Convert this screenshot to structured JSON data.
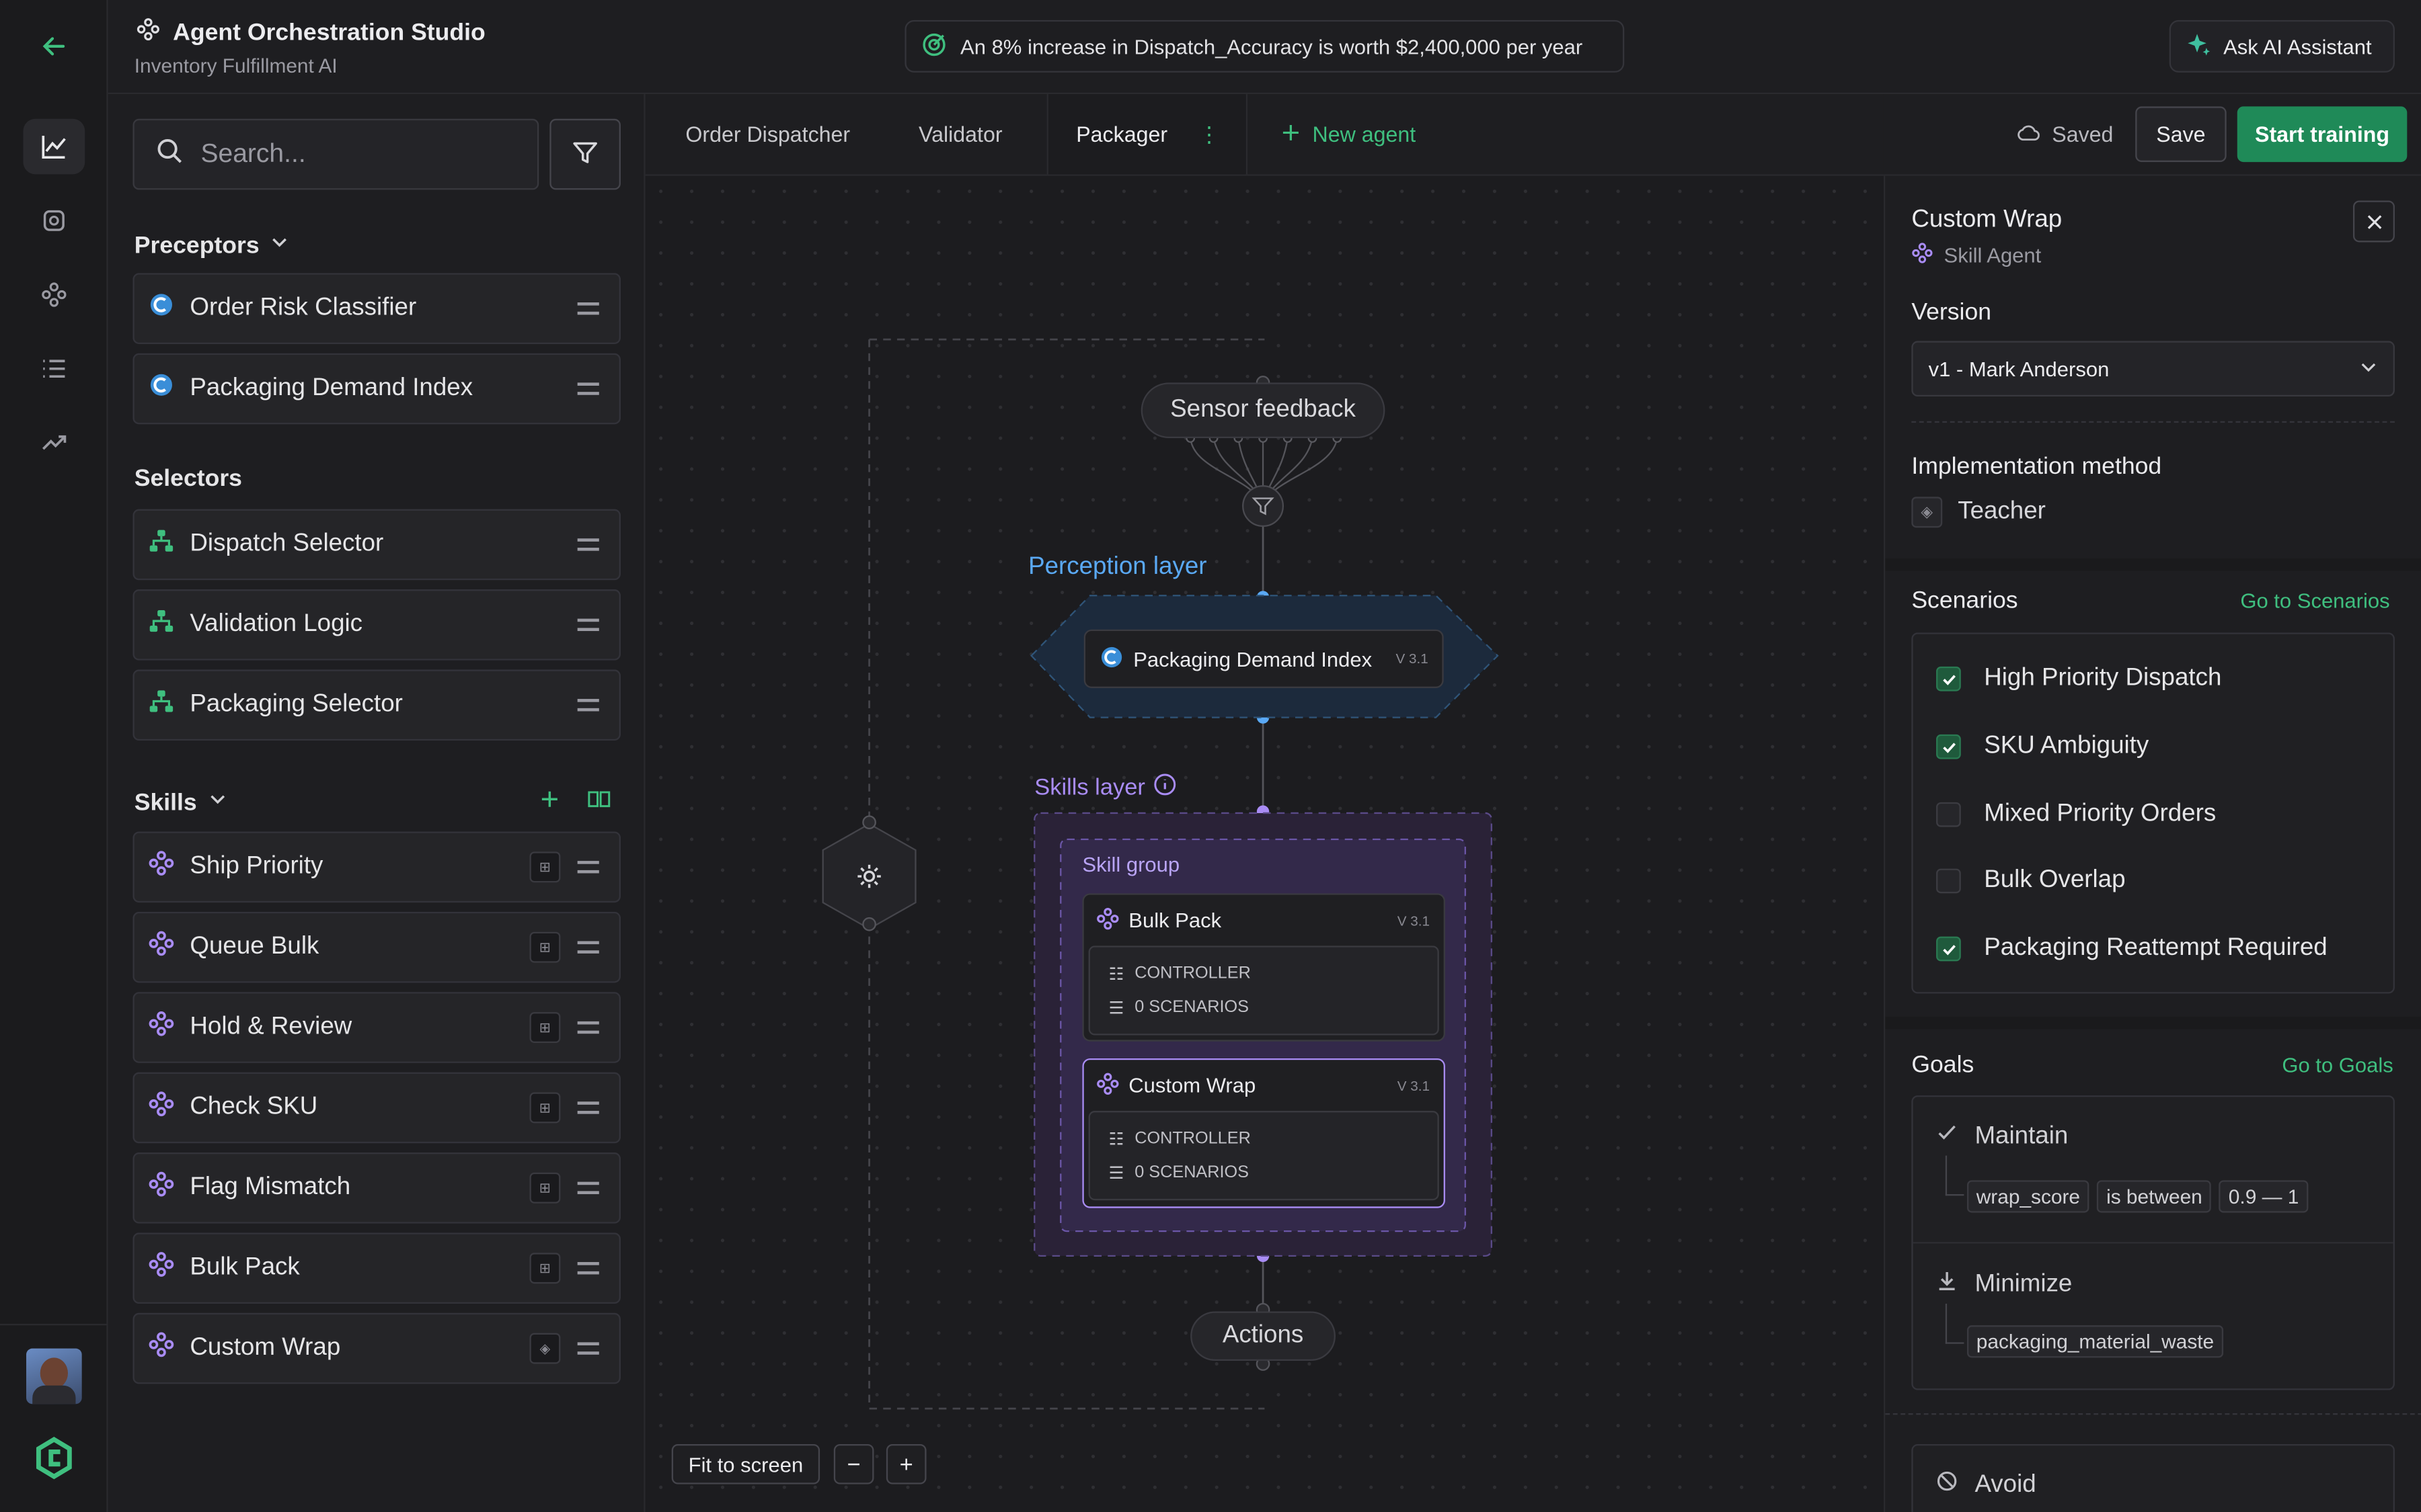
{
  "app": {
    "title": "Agent Orchestration Studio",
    "subtitle": "Inventory Fulfillment AI",
    "banner": "An 8% increase in Dispatch_Accuracy is worth $2,400,000 per year",
    "ask_ai": "Ask AI Assistant"
  },
  "rail": {
    "icons": [
      "back-arrow-icon",
      "chart-line-icon",
      "database-icon",
      "agent-icon",
      "list-icon",
      "trend-icon"
    ]
  },
  "sidebar": {
    "search_placeholder": "Search...",
    "preceptors_title": "Preceptors",
    "preceptors": [
      "Order Risk Classifier",
      "Packaging Demand Index"
    ],
    "selectors_title": "Selectors",
    "selectors": [
      "Dispatch Selector",
      "Validation Logic",
      "Packaging Selector"
    ],
    "skills_title": "Skills",
    "skills": [
      "Ship Priority",
      "Queue Bulk",
      "Hold & Review",
      "Check SKU",
      "Flag Mismatch",
      "Bulk Pack",
      "Custom Wrap"
    ]
  },
  "tabs": {
    "items": [
      "Order Dispatcher",
      "Validator",
      "Packager"
    ],
    "active": "Packager",
    "new_agent": "New agent",
    "saved": "Saved",
    "save": "Save",
    "start_training": "Start training"
  },
  "canvas": {
    "sensor_feedback": "Sensor feedback",
    "perception_layer": "Perception layer",
    "perception_node": "Packaging Demand Index",
    "perception_version": "V 3.1",
    "skills_layer": "Skills layer",
    "skill_group": "Skill group",
    "skill_nodes": [
      {
        "name": "Bulk Pack",
        "version": "V 3.1",
        "controller": "CONTROLLER",
        "scenarios": "0 SCENARIOS"
      },
      {
        "name": "Custom Wrap",
        "version": "V 3.1",
        "controller": "CONTROLLER",
        "scenarios": "0 SCENARIOS"
      }
    ],
    "actions": "Actions",
    "fit_to_screen": "Fit to screen",
    "zoom_out": "−",
    "zoom_in": "+"
  },
  "panel": {
    "title": "Custom Wrap",
    "type": "Skill Agent",
    "version_label": "Version",
    "version_value": "v1 - Mark Anderson",
    "impl_label": "Implementation method",
    "impl_value": "Teacher",
    "scenarios_label": "Scenarios",
    "scenarios_link": "Go to Scenarios",
    "scenarios": [
      {
        "label": "High Priority Dispatch",
        "checked": true
      },
      {
        "label": "SKU Ambiguity",
        "checked": true
      },
      {
        "label": "Mixed Priority Orders",
        "checked": false
      },
      {
        "label": "Bulk Overlap",
        "checked": false
      },
      {
        "label": "Packaging Reattempt Required",
        "checked": true
      }
    ],
    "goals_label": "Goals",
    "goals_link": "Go to Goals",
    "goal_maintain": "Maintain",
    "goal_maintain_var": "wrap_score",
    "goal_maintain_op": "is between",
    "goal_maintain_range": "0.9 — 1",
    "goal_minimize": "Minimize",
    "goal_minimize_var": "packaging_material_waste",
    "goal_avoid": "Avoid"
  },
  "colors": {
    "accent_green": "#3fbf7f",
    "primary_button": "#1f8a58",
    "perception_blue": "#5aa9f5",
    "skills_purple": "#a98cf5"
  }
}
